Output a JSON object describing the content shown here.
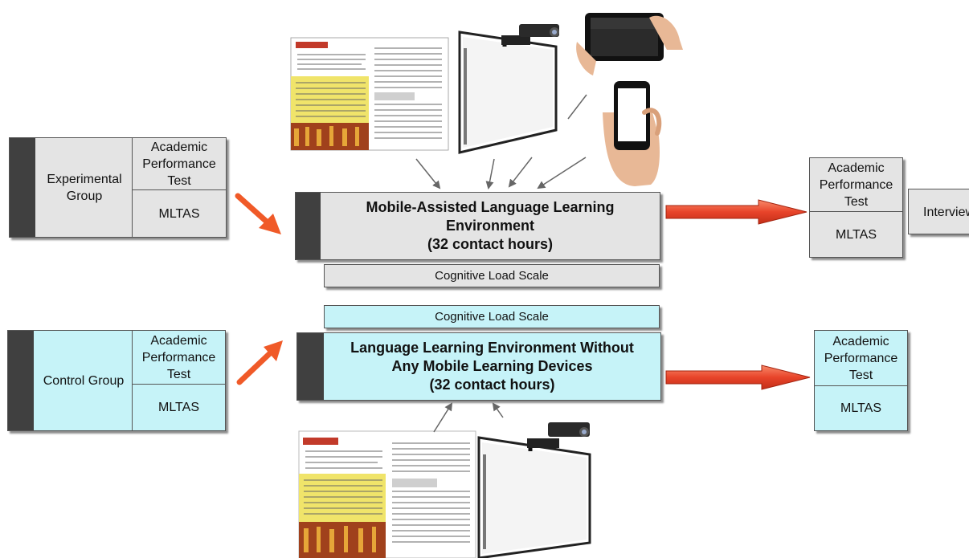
{
  "experimental": {
    "group_label": "Experimental Group",
    "pre_test_label": "Academic Performance Test",
    "pre_scale_label": "MLTAS"
  },
  "control": {
    "group_label": "Control Group",
    "pre_test_label": "Academic Performance Test",
    "pre_scale_label": "MLTAS"
  },
  "malle": {
    "line1": "Mobile-Assisted Language Learning",
    "line2": "Environment",
    "line3": "(32 contact hours)",
    "cognitive_load_label": "Cognitive Load Scale"
  },
  "lle": {
    "line1": "Language Learning Environment Without",
    "line2": "Any Mobile Learning Devices",
    "line3": "(32 contact hours)",
    "cognitive_load_label": "Cognitive Load Scale"
  },
  "post_experimental": {
    "test_label": "Academic Performance Test",
    "scale_label": "MLTAS",
    "interview_label": "Interviews"
  },
  "post_control": {
    "test_label": "Academic Performance Test",
    "scale_label": "MLTAS"
  },
  "colors": {
    "experimental_fill": "#e4e4e4",
    "control_fill": "#c6f3f8",
    "arrow_orange": "#f05a28",
    "arrow_red": "#e8442a",
    "bar_dark": "#404040"
  },
  "icons": [
    "textbook-icon",
    "interactive-whiteboard-icon",
    "tablet-icon",
    "smartphone-icon"
  ]
}
